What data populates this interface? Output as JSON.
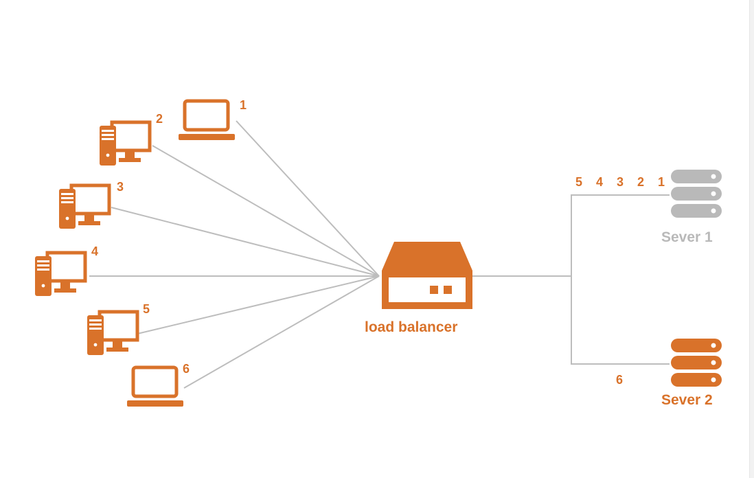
{
  "colors": {
    "accent": "#d9722a",
    "server1": "#b9b9b9",
    "wire": "#bdbdbd",
    "lb_box": "#ffffff"
  },
  "clients": [
    {
      "id": "1",
      "label": "1",
      "icon": "laptop-icon"
    },
    {
      "id": "2",
      "label": "2",
      "icon": "desktop-computer-icon"
    },
    {
      "id": "3",
      "label": "3",
      "icon": "desktop-computer-icon"
    },
    {
      "id": "4",
      "label": "4",
      "icon": "desktop-computer-icon"
    },
    {
      "id": "5",
      "label": "5",
      "icon": "desktop-computer-icon"
    },
    {
      "id": "6",
      "label": "6",
      "icon": "laptop-icon"
    }
  ],
  "load_balancer": {
    "label": "load balancer",
    "icon": "load-balancer-icon"
  },
  "servers": [
    {
      "name": "Sever 1",
      "icon": "server-rack-icon",
      "queue": [
        "5",
        "4",
        "3",
        "2",
        "1"
      ]
    },
    {
      "name": "Sever 2",
      "icon": "server-rack-icon",
      "queue": [
        "6"
      ]
    }
  ]
}
